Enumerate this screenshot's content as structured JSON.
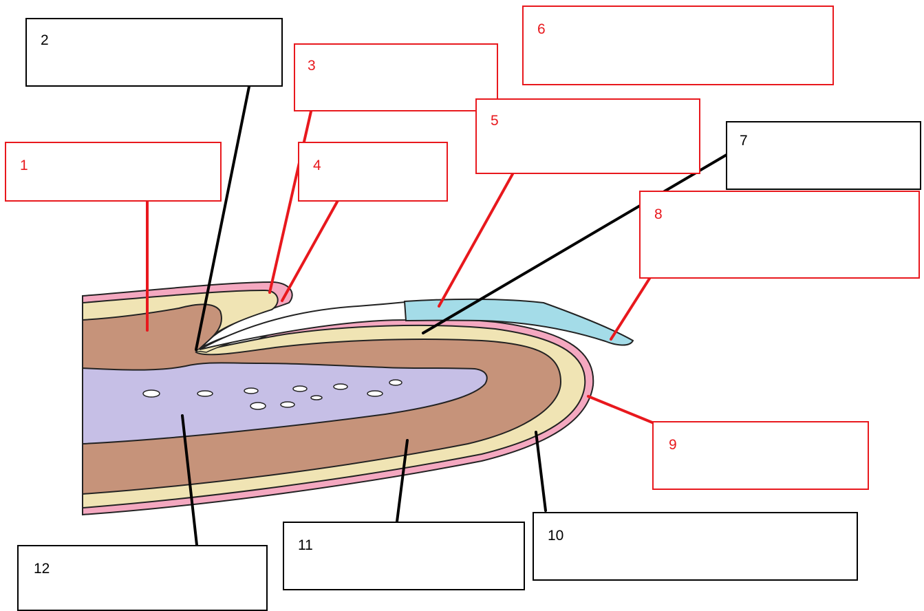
{
  "colors": {
    "red_label": "#e8181d",
    "black_label": "#000000",
    "pink_layer": "#f4a8c0",
    "cream_layer": "#f0e4b4",
    "brown_layer": "#c6937a",
    "lavender_core": "#c6bfe6",
    "light_blue_plate": "#a4dce8"
  },
  "labels": [
    {
      "id": "1",
      "number": "1",
      "color": "red"
    },
    {
      "id": "2",
      "number": "2",
      "color": "black"
    },
    {
      "id": "3",
      "number": "3",
      "color": "red"
    },
    {
      "id": "4",
      "number": "4",
      "color": "red"
    },
    {
      "id": "5",
      "number": "5",
      "color": "red"
    },
    {
      "id": "6",
      "number": "6",
      "color": "red"
    },
    {
      "id": "7",
      "number": "7",
      "color": "black"
    },
    {
      "id": "8",
      "number": "8",
      "color": "red"
    },
    {
      "id": "9",
      "number": "9",
      "color": "red"
    },
    {
      "id": "10",
      "number": "10",
      "color": "black"
    },
    {
      "id": "11",
      "number": "11",
      "color": "black"
    },
    {
      "id": "12",
      "number": "12",
      "color": "black"
    }
  ]
}
